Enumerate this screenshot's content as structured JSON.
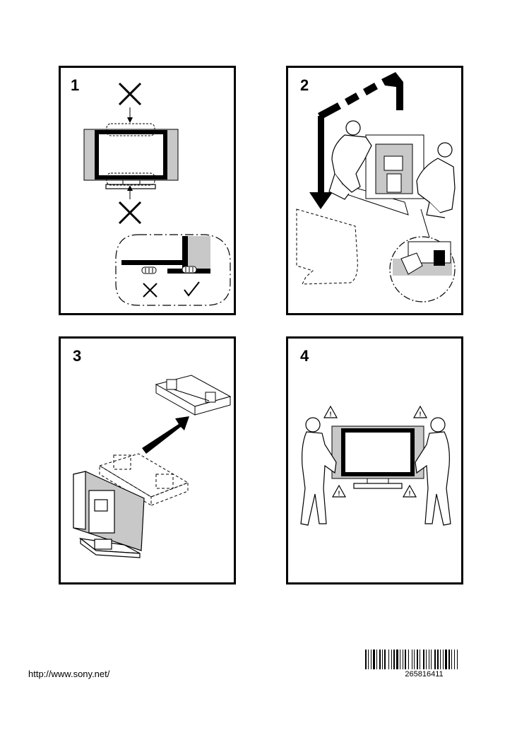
{
  "steps": [
    {
      "number": "1"
    },
    {
      "number": "2"
    },
    {
      "number": "3"
    },
    {
      "number": "4"
    }
  ],
  "footer": {
    "url": "http://www.sony.net/",
    "barcode_number": "265816411"
  },
  "icons": {
    "step1": [
      "cross-icon",
      "arrow-down-icon",
      "tv-front-icon",
      "arrow-up-icon",
      "hand-icon",
      "check-icon"
    ],
    "step2": [
      "dashed-arrow-icon",
      "person-icon",
      "tv-box-icon",
      "magnifier-detail-icon"
    ],
    "step3": [
      "arrow-icon",
      "packing-cushion-icon",
      "tv-rear-icon"
    ],
    "step4": [
      "warning-icon",
      "person-icon",
      "tv-front-icon"
    ]
  }
}
